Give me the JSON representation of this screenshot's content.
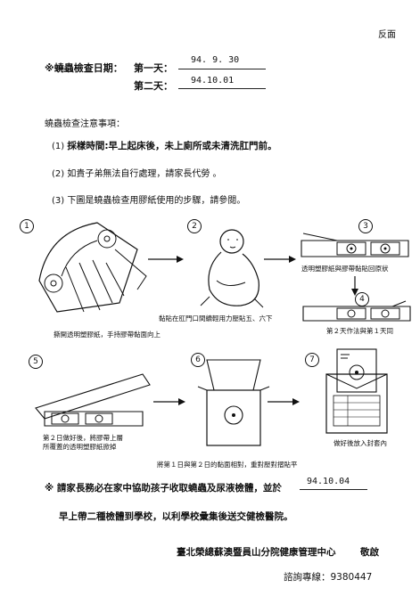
{
  "corner": "反面",
  "dates": {
    "label": "※蟯蟲檢查日期：",
    "day1_label": "第一天：",
    "day1_value": "94. 9. 30",
    "day2_label": "第二天：",
    "day2_value": "94.10.01"
  },
  "notes": {
    "heading": "蟯蟲檢查注意事項：",
    "items": [
      {
        "no": "(1)",
        "text": "採樣時間:早上起床後，未上廁所或未清洗肛門前。"
      },
      {
        "no": "(2)",
        "text": "如貴子弟無法自行處理，請家長代勞 。"
      },
      {
        "no": "(3)",
        "text": "下圖是蟯蟲檢查用膠紙使用的步驟，請參閱。"
      }
    ]
  },
  "steps": [
    {
      "no": "1",
      "caption": "撕開透明塑膠紙，手持膠帶黏面向上"
    },
    {
      "no": "2",
      "caption": "黏貼在肛門口間續輕用力壓貼五、六下"
    },
    {
      "no": "3",
      "caption": "透明塑膠紙與膠帶黏貼回原狀"
    },
    {
      "no": "4",
      "caption": "第２天作法與第１天同"
    },
    {
      "no": "5",
      "caption_line1": "第２日做好後，將膠帶上層",
      "caption_line2": "所覆蓋的透明塑膠紙掀掉"
    },
    {
      "no": "6",
      "caption": "將第１日與第２日的黏面相對，重對壓對摺貼平"
    },
    {
      "no": "7",
      "caption": "做好後放入封套內"
    }
  ],
  "footer": {
    "line1": "※ 請家長務必在家中協助孩子收取蟯蟲及尿液檢體，並於",
    "line1_value": "94.10.04",
    "line2": "早上帶二種檢體到學校，以利學校彙集後送交健檢醫院。",
    "org": "臺北榮總蘇澳暨員山分院健康管理中心",
    "sign": "敬啟",
    "contact": "諮詢專線：9380447"
  }
}
